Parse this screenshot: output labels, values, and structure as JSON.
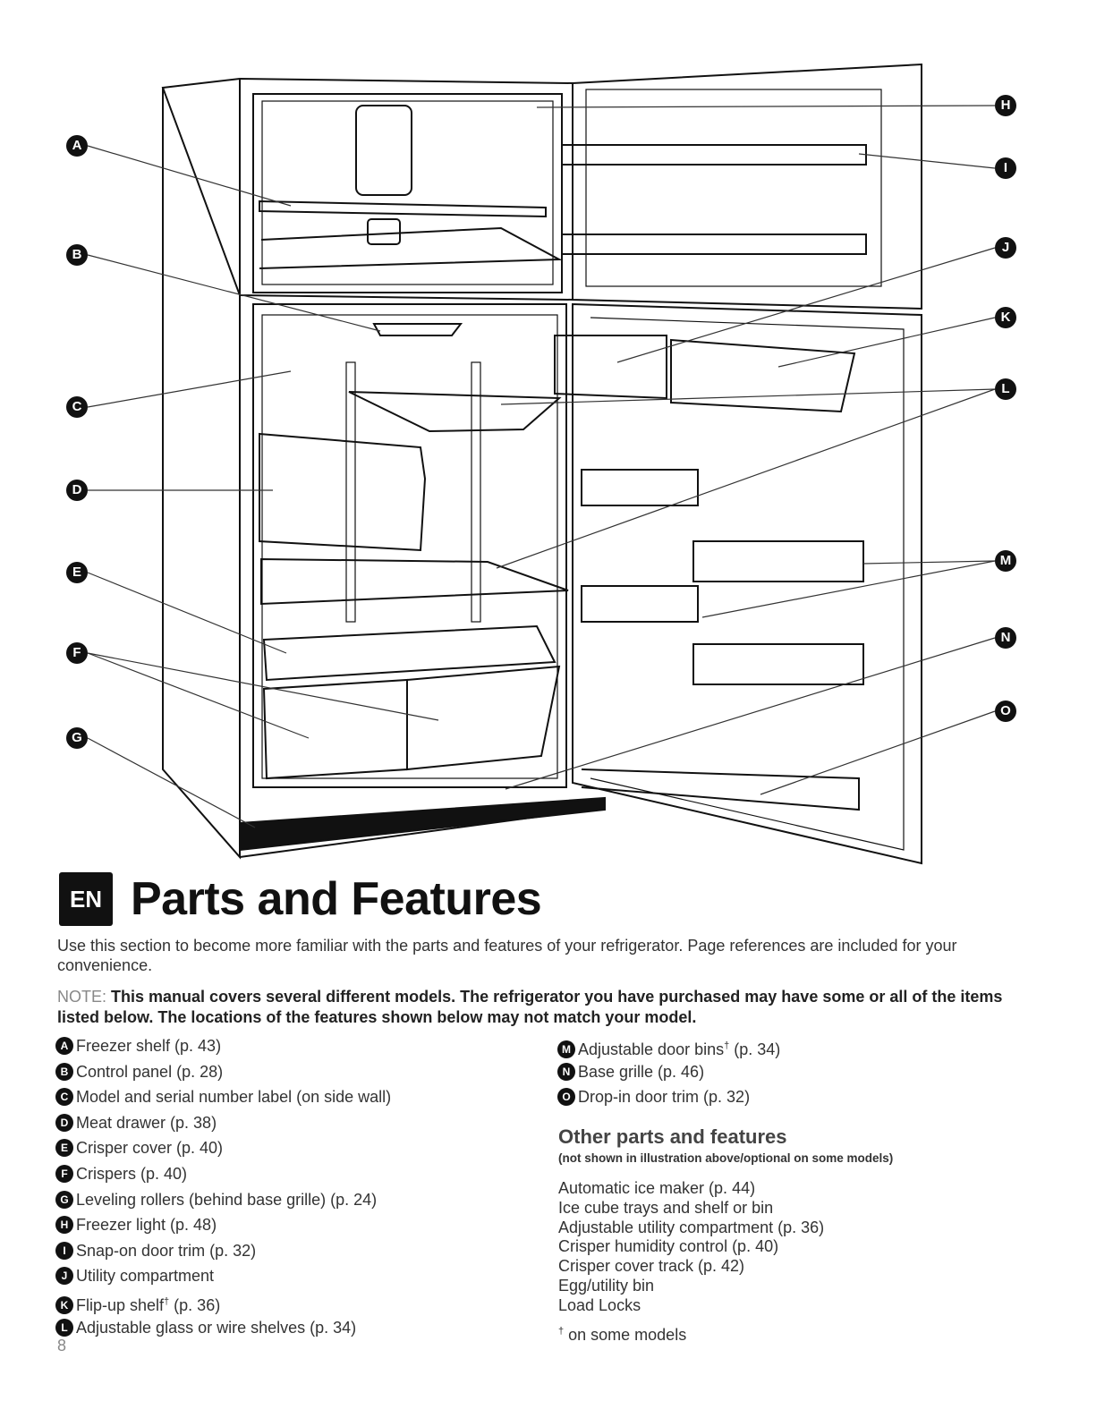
{
  "callouts": {
    "A": "A",
    "B": "B",
    "C": "C",
    "D": "D",
    "E": "E",
    "F": "F",
    "G": "G",
    "H": "H",
    "I": "I",
    "J": "J",
    "K": "K",
    "L": "L",
    "M": "M",
    "N": "N",
    "O": "O"
  },
  "heading": {
    "badge": "EN",
    "title": "Parts and Features"
  },
  "intro": "Use this section to become more familiar with the parts and features of your refrigerator. Page references are included for your convenience.",
  "note": {
    "label": "NOTE:",
    "text": "This manual covers several different models. The refrigerator you have purchased may have some or all of the items listed below. The locations of the features shown below may not match your model."
  },
  "parts_left": [
    {
      "letter": "A",
      "text": "Freezer shelf (p. 43)"
    },
    {
      "letter": "B",
      "text": "Control panel (p. 28)"
    },
    {
      "letter": "C",
      "text": "Model and serial number label (on side wall)"
    },
    {
      "letter": "D",
      "text": "Meat drawer (p. 38)"
    },
    {
      "letter": "E",
      "text": "Crisper cover (p. 40)"
    },
    {
      "letter": "F",
      "text": "Crispers (p. 40)"
    },
    {
      "letter": "G",
      "text": "Leveling rollers (behind base grille) (p. 24)"
    },
    {
      "letter": "H",
      "text": "Freezer light (p. 48)"
    },
    {
      "letter": "I",
      "text": "Snap-on door trim (p. 32)"
    },
    {
      "letter": "J",
      "text": "Utility compartment"
    },
    {
      "letter": "K",
      "text": "Flip-up shelf",
      "sup": "†",
      "after": " (p. 36)"
    },
    {
      "letter": "L",
      "text": "Adjustable glass or wire shelves (p. 34)"
    }
  ],
  "parts_right": [
    {
      "letter": "M",
      "text": "Adjustable door bins",
      "sup": "†",
      "after": " (p. 34)"
    },
    {
      "letter": "N",
      "text": "Base grille (p. 46)"
    },
    {
      "letter": "O",
      "text": "Drop-in door trim (p. 32)"
    }
  ],
  "other": {
    "title": "Other parts and features",
    "subtitle": "(not shown in illustration above/optional on some models)",
    "items": [
      "Automatic ice maker (p. 44)",
      "Ice cube trays and shelf or bin",
      "Adjustable utility compartment (p. 36)",
      "Crisper humidity control (p. 40)",
      "Crisper cover track (p. 42)",
      "Egg/utility bin",
      "Load Locks"
    ],
    "footnote_mark": "†",
    "footnote": " on some models"
  },
  "page_number": "8"
}
